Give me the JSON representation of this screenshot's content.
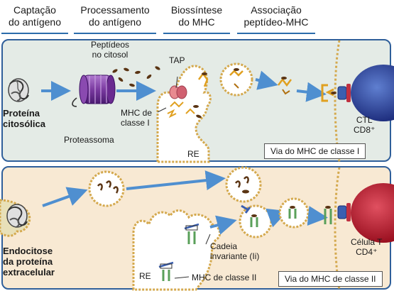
{
  "header": {
    "col1": {
      "line1": "Captação",
      "line2": "do antígeno"
    },
    "col2": {
      "line1": "Processamento",
      "line2": "do antígeno"
    },
    "col3": {
      "line1": "Biossíntese",
      "line2": "do MHC"
    },
    "col4": {
      "line1": "Associação",
      "line2": "peptídeo-MHC"
    }
  },
  "class1": {
    "protein_label_1": "Proteína",
    "protein_label_2": "citosólica",
    "proteasome_label": "Proteassoma",
    "peptides_label_1": "Peptídeos",
    "peptides_label_2": "no citosol",
    "tap_label": "TAP",
    "mhc_label_1": "MHC de",
    "mhc_label_2": "classe I",
    "er_label": "RE",
    "pathway_box": "Via do MHC de classe I",
    "cell_label_1": "CTL",
    "cell_label_2": "CD8⁺"
  },
  "class2": {
    "endo_label_1": "Endocitose",
    "endo_label_2": "da proteína",
    "endo_label_3": "extracelular",
    "invariant_label_1": "Cadeia",
    "invariant_label_2": "invariante (Ii)",
    "mhc_label": "MHC de classe II",
    "er_label": "RE",
    "pathway_box": "Via do MHC de classe II",
    "cell_label_1": "Célula T",
    "cell_label_2": "CD4⁺"
  },
  "colors": {
    "border_blue": "#2f5f9a",
    "panel1_bg": "#e4ebe6",
    "panel2_bg": "#f8e9d3",
    "membrane": "#d4a94e",
    "arrow_blue": "#4f8fd0",
    "peptide_brown": "#5a3413",
    "mhc_orange": "#e0a020",
    "mhc_green": "#5aa05a",
    "cell_blue": "#2a3f8f"
  }
}
